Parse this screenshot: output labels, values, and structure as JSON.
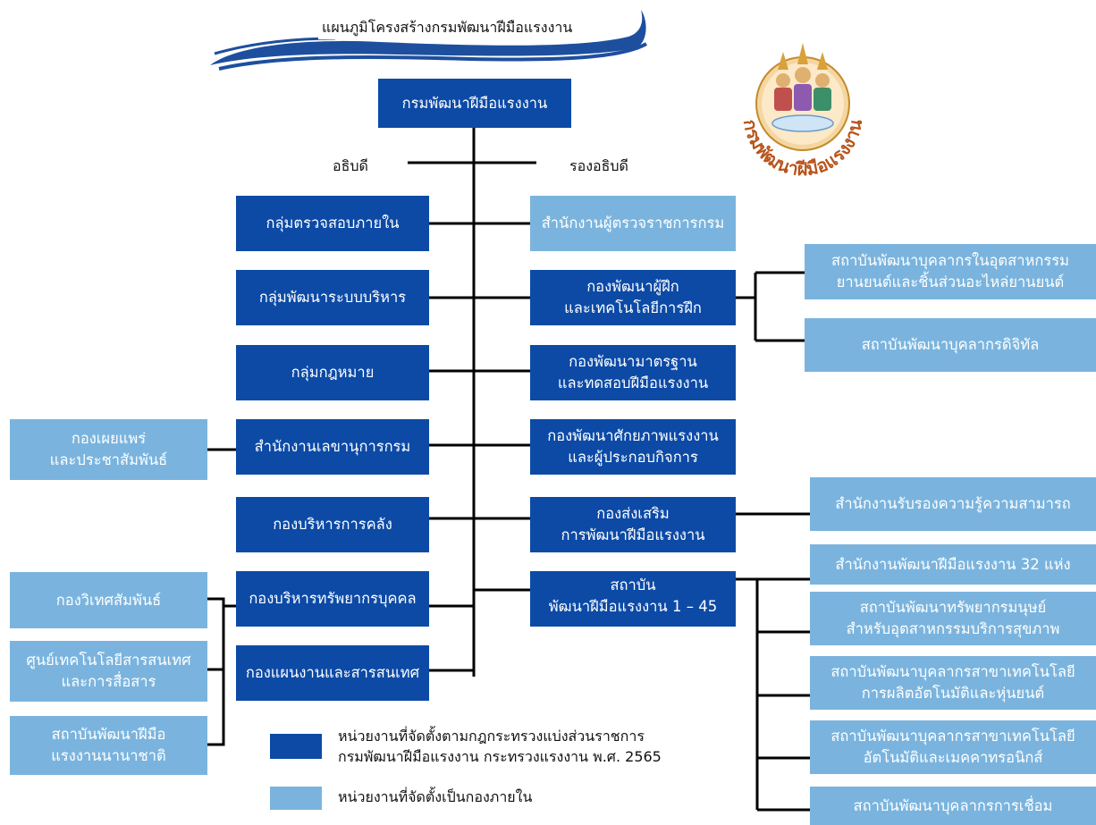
{
  "title": "แผนภูมิโครงสร้างกรมพัฒนาฝีมือแรงงาน",
  "colors": {
    "dark": "#0c4aa6",
    "light": "#7ab4de",
    "wave": "#1d4f9e",
    "line": "#000000"
  },
  "logo": {
    "name": "department-seal",
    "text": "กรมพัฒนาฝีมือแรงงาน"
  },
  "root": "กรมพัฒนาฝีมือแรงงาน",
  "director_general": "อธิบดี",
  "deputy_director_general": "รองอธิบดี",
  "left_units": [
    "กลุ่มตรวจสอบภายใน",
    "กลุ่มพัฒนาระบบบริหาร",
    "กลุ่มกฎหมาย",
    "สำนักงานเลขานุการกรม",
    "กองบริหารการคลัง",
    "กองบริหารทรัพยากรบุคคล",
    "กองแผนงานและสารสนเทศ"
  ],
  "left_sub": {
    "secretary": "กองเผยแพร่\nและประชาสัมพันธ์",
    "hr_group": [
      "กองวิเทศสัมพันธ์",
      "ศูนย์เทคโนโลยีสารสนเทศ\nและการสื่อสาร",
      "สถาบันพัฒนาฝีมือ\nแรงงานนานาชาติ"
    ]
  },
  "right_units": [
    "สำนักงานผู้ตรวจราชการกรม",
    "กองพัฒนาผู้ฝึก\nและเทคโนโลยีการฝึก",
    "กองพัฒนามาตรฐาน\nและทดสอบฝีมือแรงงาน",
    "กองพัฒนาศักยภาพแรงงาน\nและผู้ประกอบกิจการ",
    "กองส่งเสริม\nการพัฒนาฝีมือแรงงาน",
    "สถาบัน\nพัฒนาฝีมือแรงงาน 1 – 45"
  ],
  "right_sub": {
    "trainer": [
      "สถาบันพัฒนาบุคลากรในอุตสาหกรรม\nยานยนต์และชิ้นส่วนอะไหล่ยานยนต์",
      "สถาบันพัฒนาบุคลากรดิจิทัล"
    ],
    "promotion": "สำนักงานรับรองความรู้ความสามารถ",
    "institutes": [
      "สำนักงานพัฒนาฝีมือแรงงาน 32 แห่ง",
      "สถาบันพัฒนาทรัพยากรมนุษย์\nสำหรับอุตสาหกรรมบริการสุขภาพ",
      "สถาบันพัฒนาบุคลากรสาขาเทคโนโลยี\nการผลิตอัตโนมัติและหุ่นยนต์",
      "สถาบันพัฒนาบุคลากรสาขาเทคโนโลยี\nอัตโนมัติและเมคคาทรอนิกส์",
      "สถาบันพัฒนาบุคลากรการเชื่อม"
    ]
  },
  "legend": [
    {
      "color": "dark",
      "text": "หน่วยงานที่จัดตั้งตามกฎกระทรวงแบ่งส่วนราชการ\nกรมพัฒนาฝีมือแรงงาน กระทรวงแรงงาน พ.ศ. 2565"
    },
    {
      "color": "light",
      "text": "หน่วยงานที่จัดตั้งเป็นกองภายใน"
    }
  ]
}
